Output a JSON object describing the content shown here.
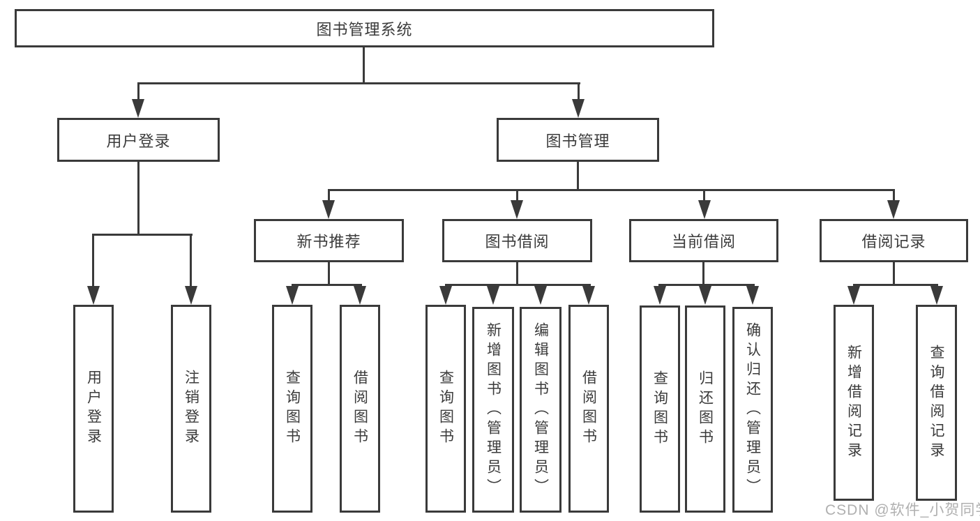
{
  "tree": {
    "root": "图书管理系统",
    "level2": {
      "user_login": "用户登录",
      "book_mgmt": "图书管理"
    },
    "level3": {
      "new_books": "新书推荐",
      "book_borrow": "图书借阅",
      "current_borrow": "当前借阅",
      "borrow_records": "借阅记录"
    },
    "leaves": {
      "login": "用户登录",
      "logout": "注销登录",
      "nb_query": "查询图书",
      "nb_borrow": "借阅图书",
      "bb_query": "查询图书",
      "bb_add": "新增图书（管理员）",
      "bb_edit": "编辑图书（管理员）",
      "bb_borrow": "借阅图书",
      "cb_query": "查询图书",
      "cb_return": "归还图书",
      "cb_confirm": "确认归还（管理员）",
      "br_add": "新增借阅记录",
      "br_query": "查询借阅记录"
    }
  },
  "watermark": "CSDN @软件_小贺同学",
  "colors": {
    "line": "#3a3a3a",
    "text": "#3b3b3b",
    "watermark": "#b0b0b0",
    "box_bg": "#ffffff"
  }
}
